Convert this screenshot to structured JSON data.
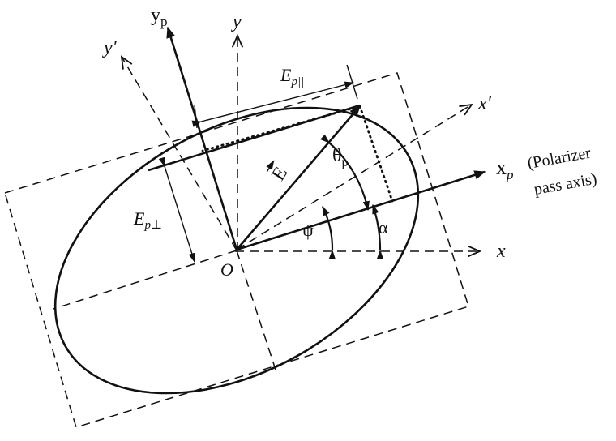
{
  "labels": {
    "y_p": "y",
    "y_p_sub": "p",
    "y": "y",
    "y_prime": "y′",
    "x_prime": "x′",
    "x_p": "x",
    "x_p_sub": "p",
    "polarizer_line1": "(Polarizer",
    "polarizer_line2": "pass axis)",
    "x": "x",
    "origin": "O",
    "E_par": "E",
    "E_par_sub": "p||",
    "E_perp": "E",
    "E_perp_sub": "p⊥",
    "E_vec": "E",
    "theta_p": "θ",
    "theta_p_sub": "p",
    "psi": "ψ",
    "alpha": "α"
  }
}
